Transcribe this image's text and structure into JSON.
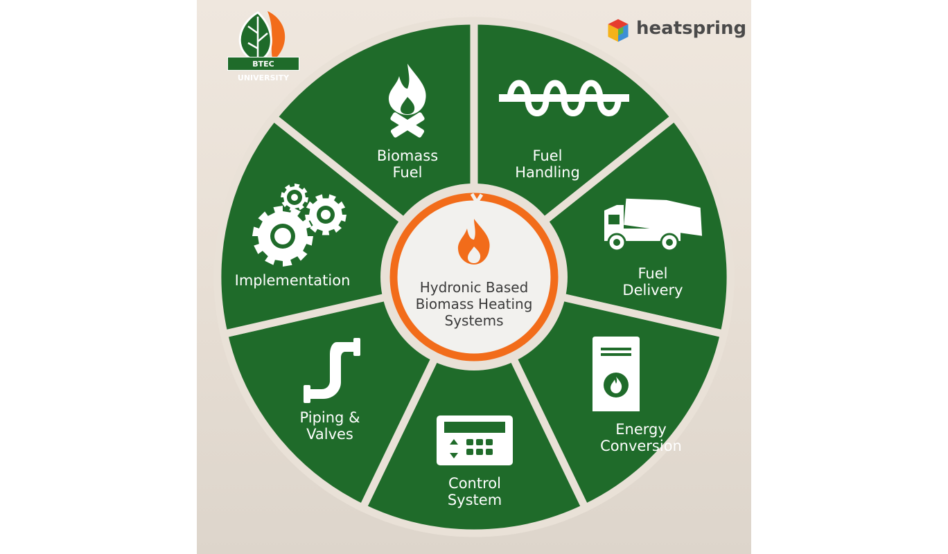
{
  "logos": {
    "left": "BTEC UNIVERSITY",
    "right": "heatspring"
  },
  "center": {
    "lines": [
      "Hydronic Based",
      "Biomass Heating",
      "Systems"
    ]
  },
  "segments": [
    {
      "id": "biomass-fuel",
      "lines": [
        "Biomass",
        "Fuel"
      ],
      "icon": "campfire-icon"
    },
    {
      "id": "fuel-handling",
      "lines": [
        "Fuel",
        "Handling"
      ],
      "icon": "auger-icon"
    },
    {
      "id": "fuel-delivery",
      "lines": [
        "Fuel",
        "Delivery"
      ],
      "icon": "truck-icon"
    },
    {
      "id": "energy-conversion",
      "lines": [
        "Energy",
        "Conversion"
      ],
      "icon": "boiler-icon"
    },
    {
      "id": "control-system",
      "lines": [
        "Control",
        "System"
      ],
      "icon": "control-panel-icon"
    },
    {
      "id": "piping-valves",
      "lines": [
        "Piping &",
        "Valves"
      ],
      "icon": "pipe-icon"
    },
    {
      "id": "implementation",
      "lines": [
        "Implementation"
      ],
      "icon": "gears-icon"
    }
  ],
  "colors": {
    "segment_green": "#1f6b2a",
    "ring_orange": "#f26c1a",
    "gap": "#e9e1d7",
    "center_fill": "#f2f1ee"
  }
}
